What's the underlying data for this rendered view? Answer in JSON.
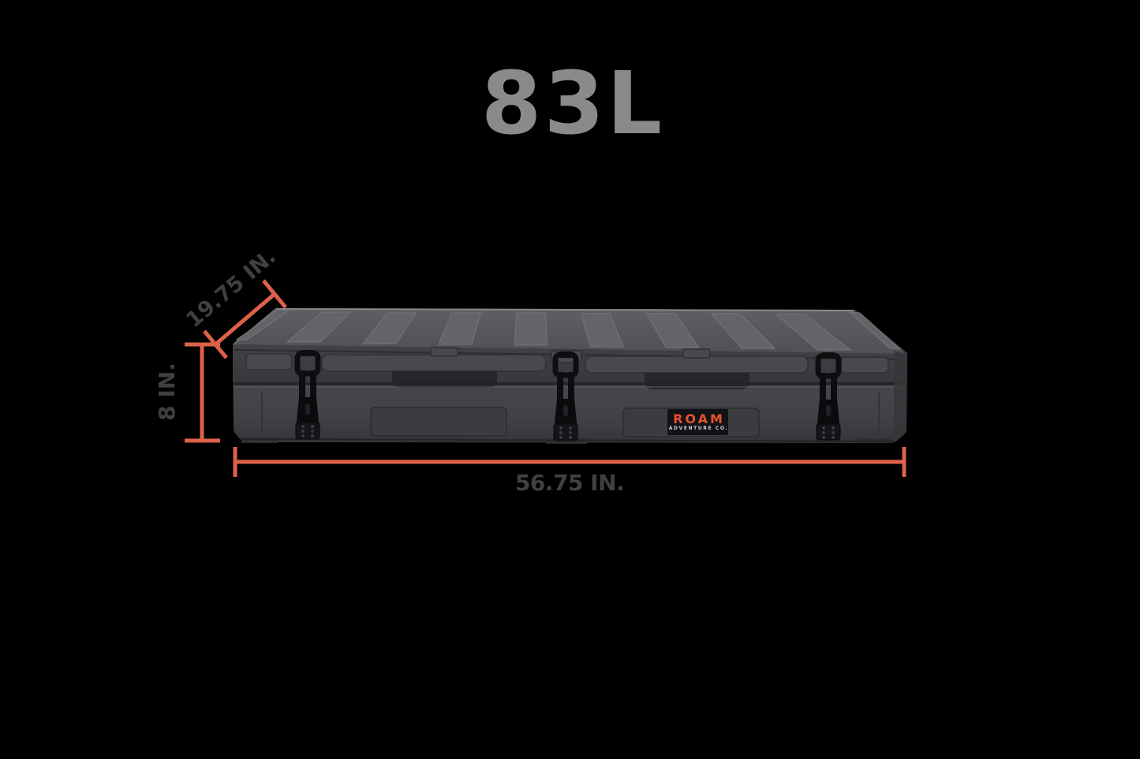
{
  "title": "83L",
  "dimensions": {
    "depth": "19.75 IN.",
    "height": "8 IN.",
    "length": "56.75 IN."
  },
  "badge": {
    "brand": "ROAM",
    "subtitle": "ADVENTURE CO."
  },
  "colors": {
    "background": "#000000",
    "title_text": "#8A8A8A",
    "dimension_line": "#DE614A",
    "dimension_text": "#3F4042",
    "case_top": "#54565A",
    "case_lid_front": "#3B3D41",
    "case_base_front": "#46484C",
    "latch": "#0D0E10",
    "badge_background": "#121316",
    "brand_orange": "#E8512B",
    "badge_subtitle_text": "#D3D3D3"
  }
}
